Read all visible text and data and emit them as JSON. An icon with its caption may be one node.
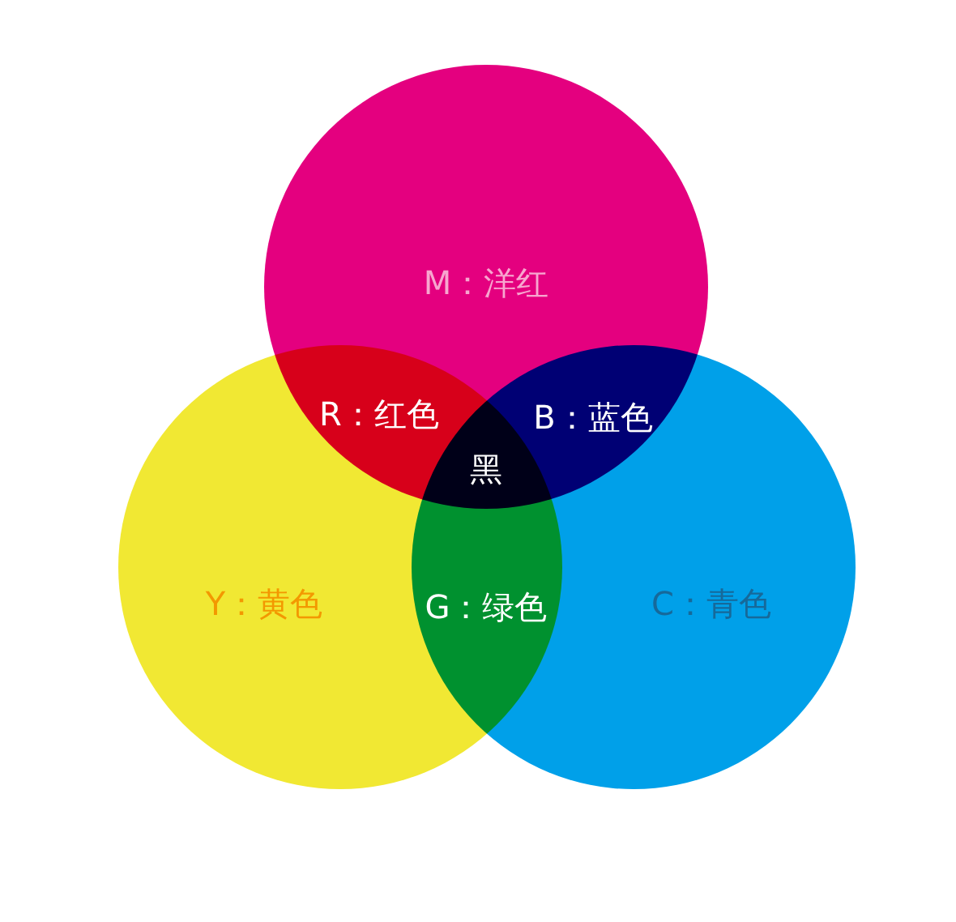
{
  "diagram": {
    "nodes": [
      {
        "text": [
          "M：洋红"
        ]
      },
      {
        "text": [
          "Y：黄色"
        ]
      },
      {
        "text": [
          "C：青色"
        ]
      }
    ],
    "labels": [
      "R：红色",
      "B：蓝色",
      "黑",
      "G：绿色"
    ]
  }
}
